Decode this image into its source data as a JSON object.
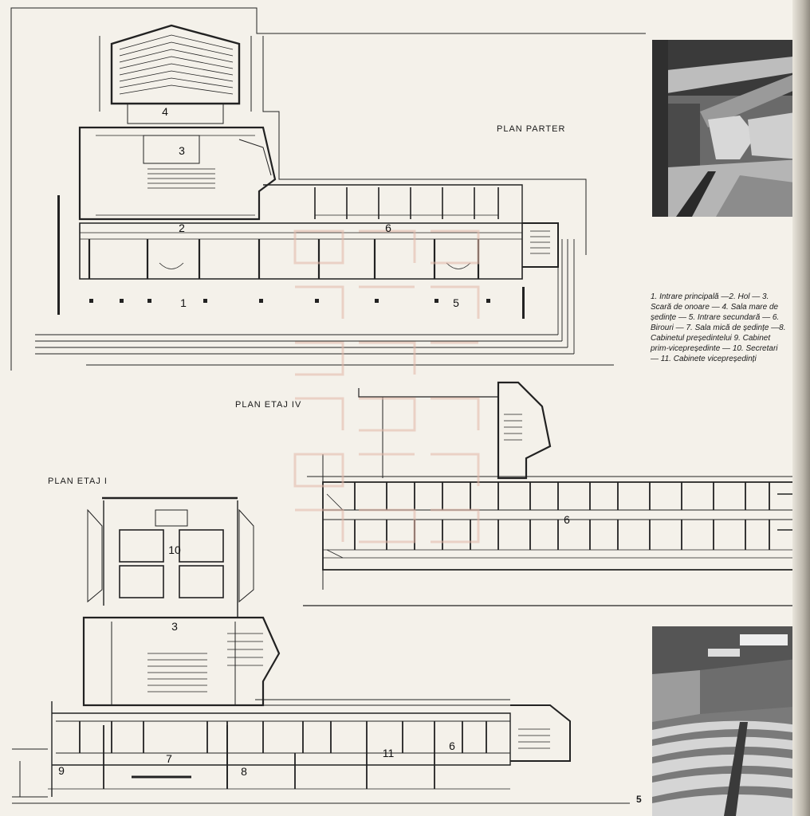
{
  "plans": {
    "ground_floor": {
      "title": "PLAN PARTER"
    },
    "fourth_floor": {
      "title": "PLAN ETAJ IV"
    },
    "first_floor": {
      "title": "PLAN ETAJ I"
    }
  },
  "room_numbers": {
    "ground_floor": [
      "4",
      "3",
      "2",
      "6",
      "1",
      "5"
    ],
    "fourth_floor": [
      "6"
    ],
    "first_floor": [
      "10",
      "3",
      "7",
      "9",
      "8",
      "11",
      "6"
    ]
  },
  "legend": {
    "text": "1. Intrare principală —2. Hol — 3. Scară de onoare — 4. Sala mare de ședințe — 5. Intrare secundară — 6. Birouri — 7. Sala mică de ședințe —8. Cabinetul președintelui 9. Cabinet prim-vicepreședinte — 10. Secretari — 11. Cabinete vicepreședinți"
  },
  "photos": [
    {
      "subject": "large meeting hall with stage"
    },
    {
      "subject": "auditorium seating rows"
    }
  ],
  "page_number": "5"
}
